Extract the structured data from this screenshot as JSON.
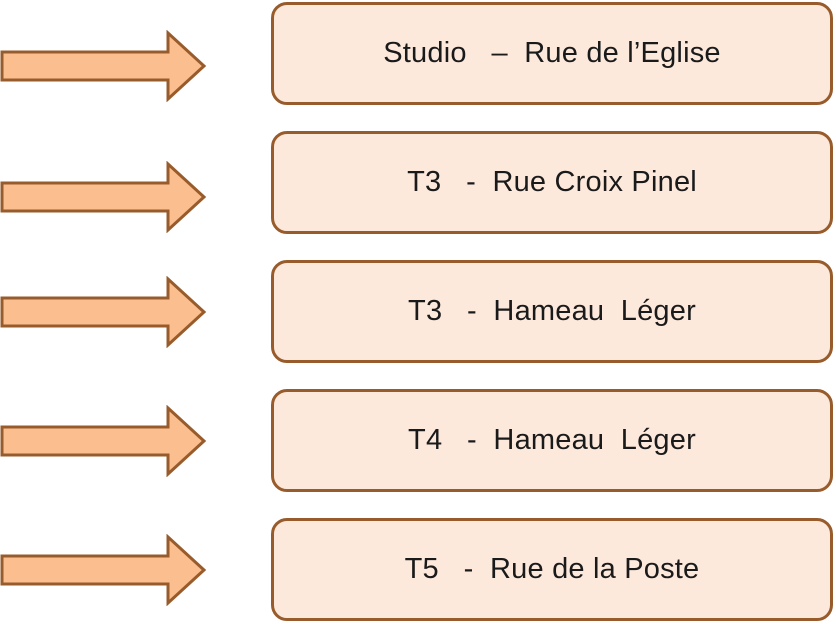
{
  "colors": {
    "arrow_fill": "#fbbf8f",
    "arrow_stroke": "#985c2c",
    "box_fill": "#fde9dc",
    "box_border": "#985c2c",
    "text": "#1a1a1a"
  },
  "items": [
    {
      "label": "Studio   –  Rue de l’Eglise"
    },
    {
      "label": "T3   -  Rue Croix Pinel"
    },
    {
      "label": "T3   -  Hameau  Léger"
    },
    {
      "label": "T4   -  Hameau  Léger"
    },
    {
      "label": "T5   -  Rue de la Poste"
    }
  ]
}
